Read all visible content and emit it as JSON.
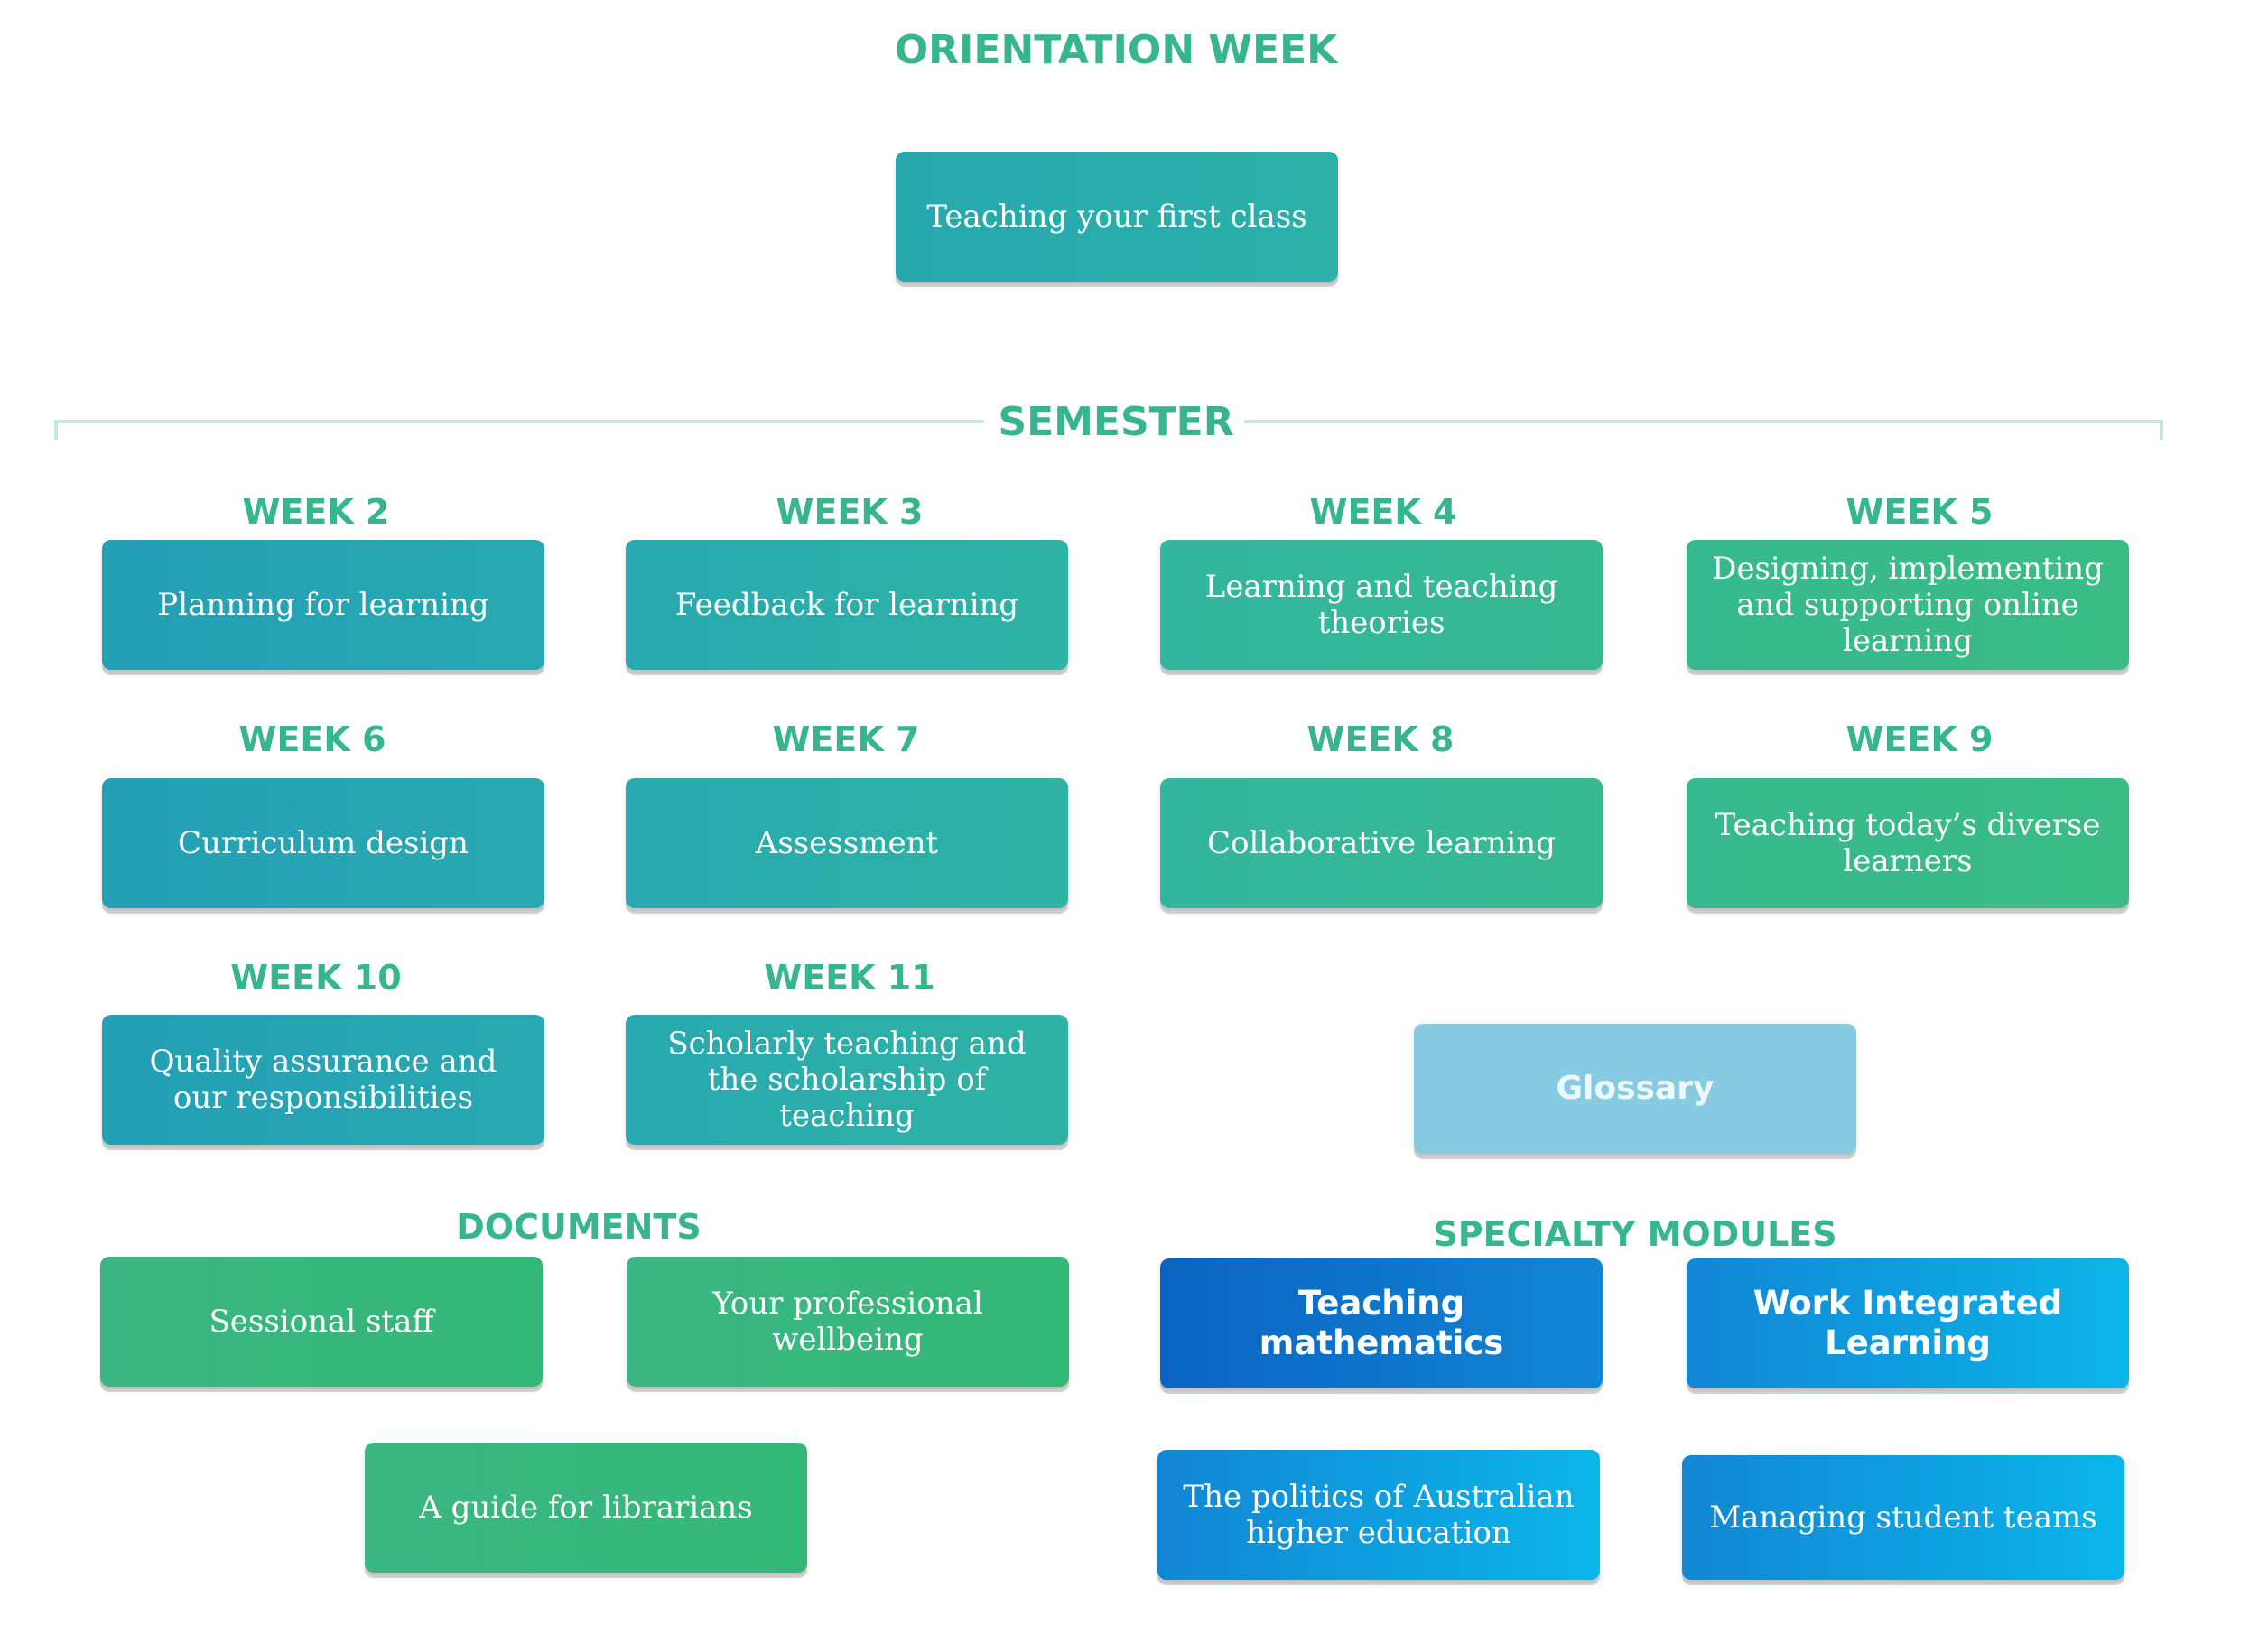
{
  "orientation": {
    "heading": "ORIENTATION WEEK",
    "item": "Teaching your first class"
  },
  "semester": {
    "heading": "SEMESTER",
    "weeks": [
      {
        "label": "WEEK 2",
        "item": "Planning for learning"
      },
      {
        "label": "WEEK 3",
        "item": "Feedback for learning"
      },
      {
        "label": "WEEK 4",
        "item": "Learning and teaching theories"
      },
      {
        "label": "WEEK 5",
        "item": "Designing, implementing and supporting online learning"
      },
      {
        "label": "WEEK 6",
        "item": "Curriculum design"
      },
      {
        "label": "WEEK 7",
        "item": "Assessment"
      },
      {
        "label": "WEEK 8",
        "item": "Collaborative learning"
      },
      {
        "label": "WEEK 9",
        "item": "Teaching today’s diverse learners"
      },
      {
        "label": "WEEK 10",
        "item": "Quality assurance and our responsibilities"
      },
      {
        "label": "WEEK 11",
        "item": "Scholarly teaching and the scholarship of teaching"
      }
    ]
  },
  "glossary": "Glossary",
  "documents": {
    "heading": "DOCUMENTS",
    "items": [
      "Sessional staff",
      "Your professional wellbeing",
      "A guide for librarians"
    ]
  },
  "specialty": {
    "heading": "SPECIALTY MODULES",
    "items": [
      "Teaching mathematics",
      "Work Integrated Learning",
      "The politics of Australian higher education",
      "Managing student teams"
    ]
  }
}
